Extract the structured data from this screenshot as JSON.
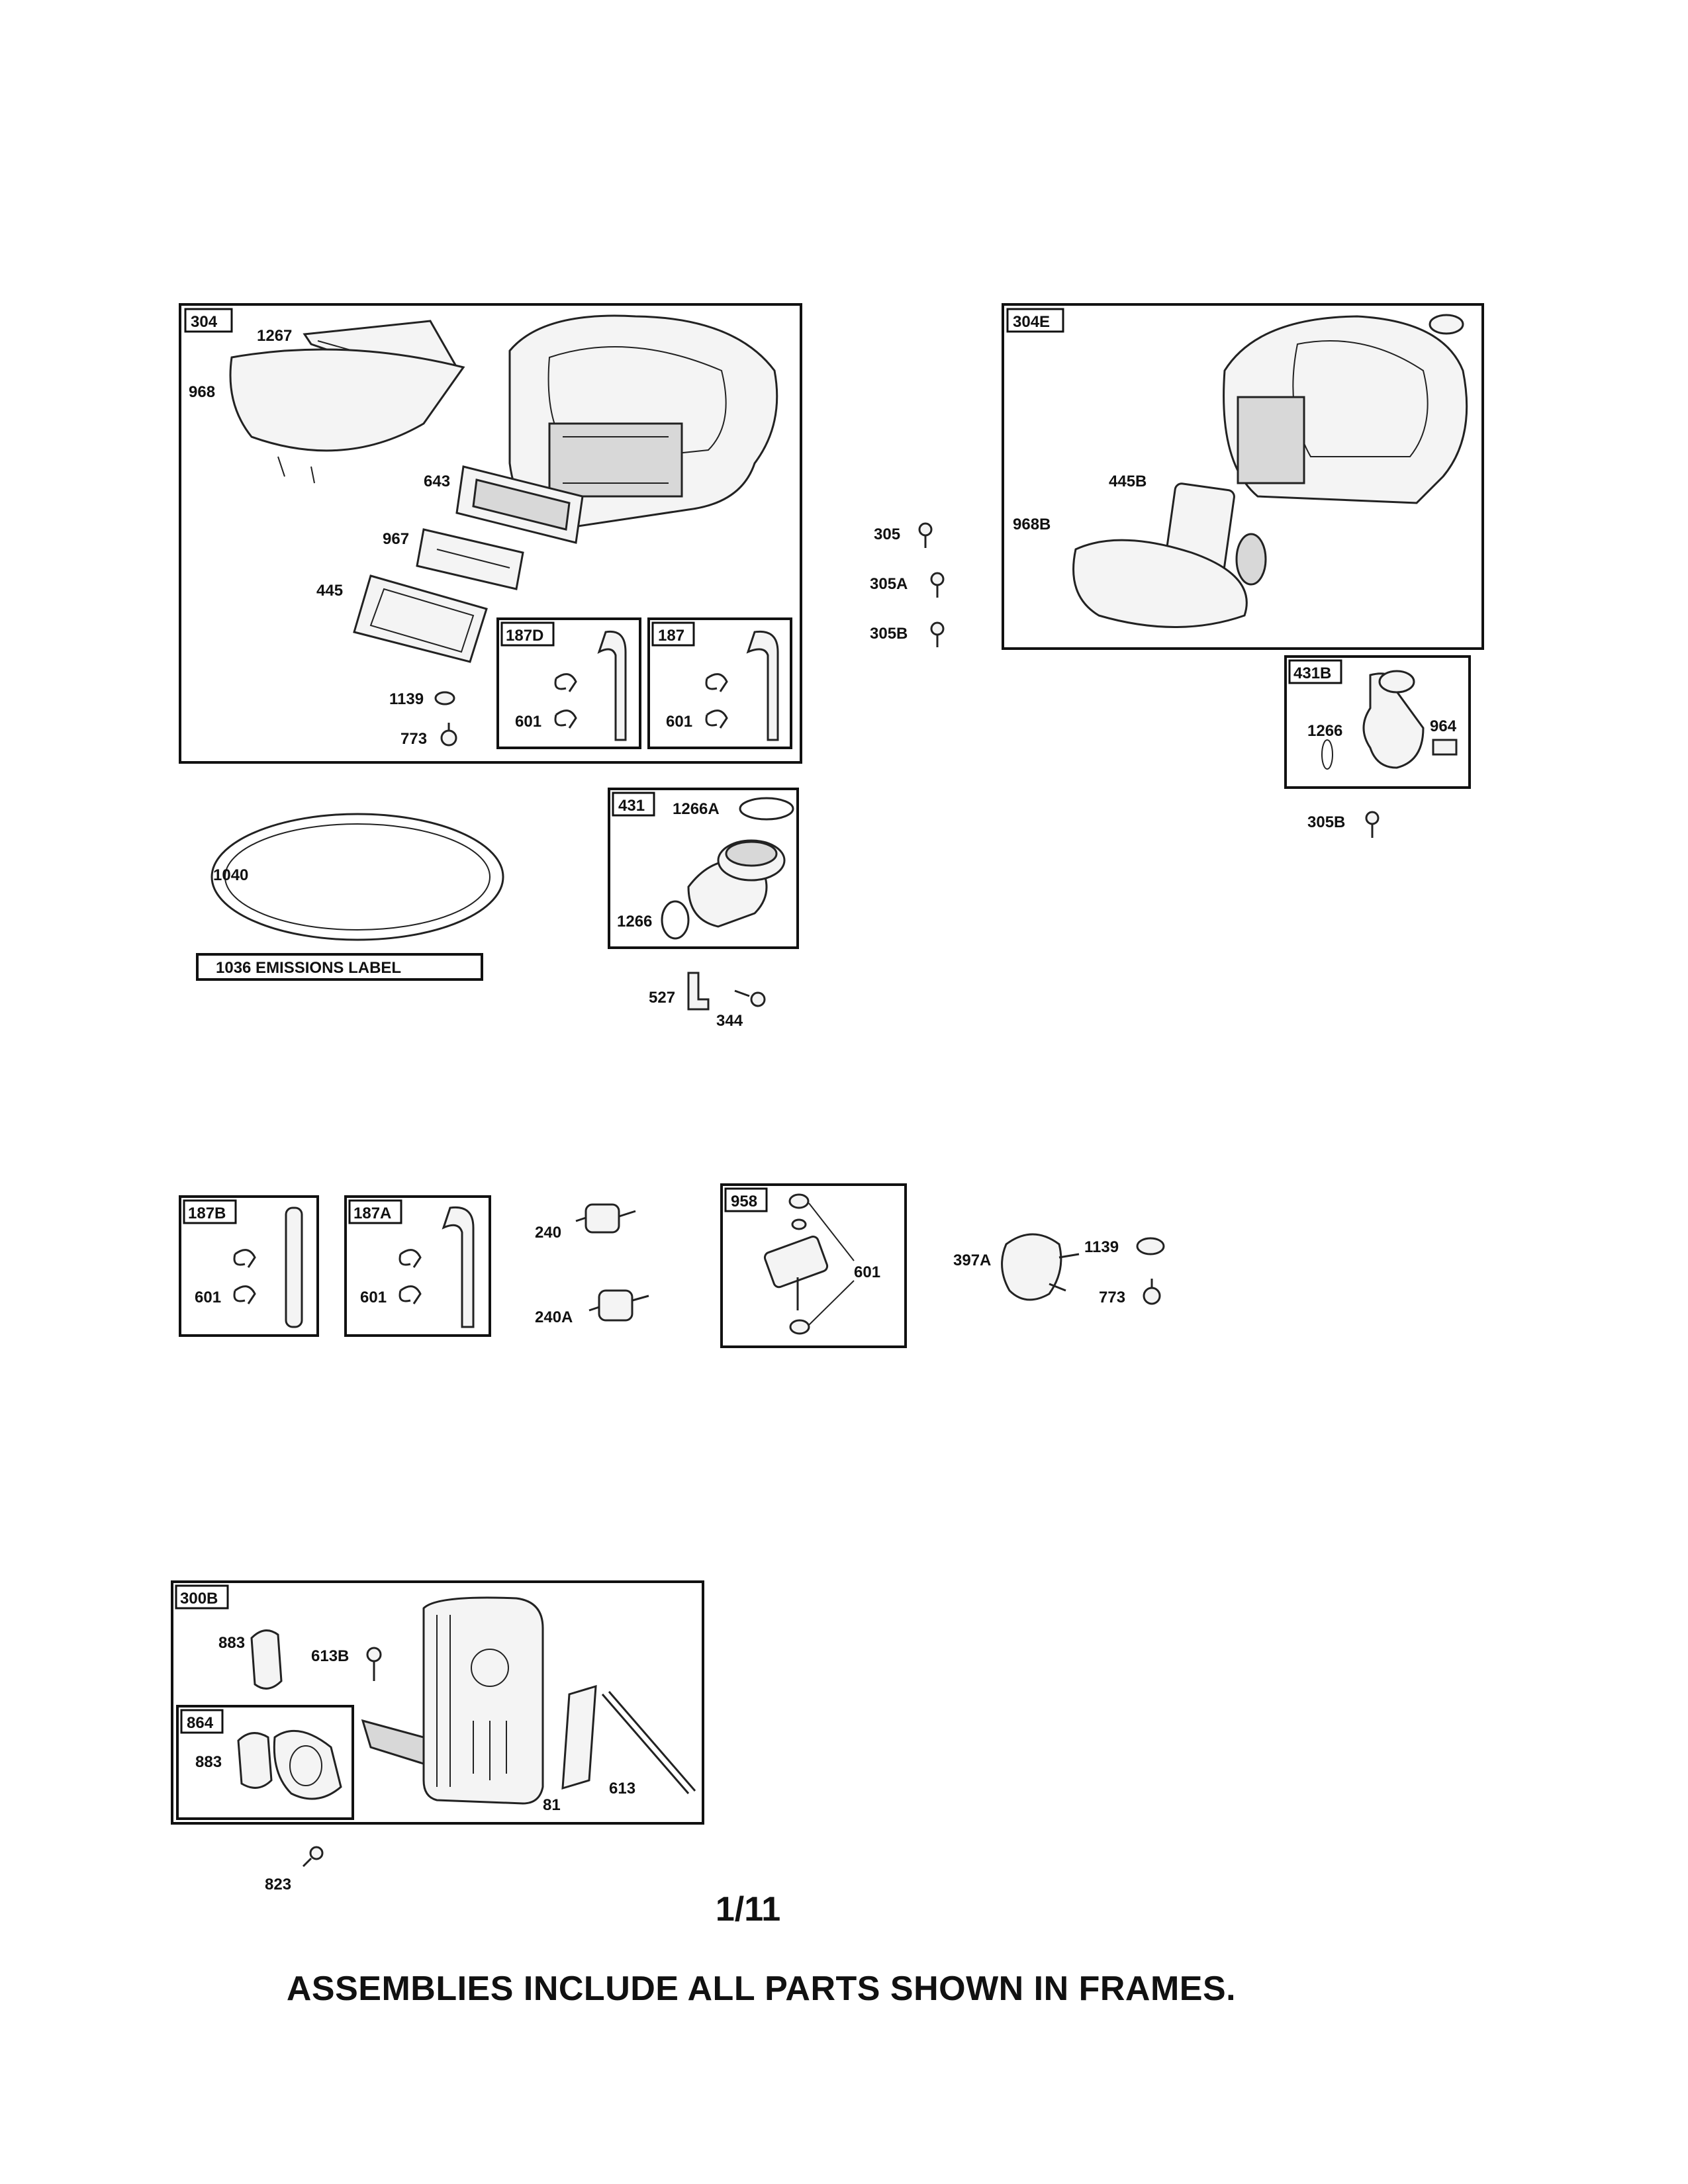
{
  "page_number": "1/11",
  "footer_note": "ASSEMBLIES INCLUDE ALL PARTS SHOWN IN FRAMES.",
  "frames": {
    "f304": "304",
    "f304e": "304E",
    "f187d": "187D",
    "f187": "187",
    "f431": "431",
    "f431b": "431B",
    "f187b": "187B",
    "f187a": "187A",
    "f958": "958",
    "f300b": "300B",
    "f864": "864"
  },
  "labels": {
    "p1267": "1267",
    "p968": "968",
    "p643": "643",
    "p967": "967",
    "p445": "445",
    "p1139a": "1139",
    "p773a": "773",
    "p601_187d": "601",
    "p601_187": "601",
    "p305": "305",
    "p305a": "305A",
    "p305b": "305B",
    "p445b": "445B",
    "p968b": "968B",
    "p1266_431b": "1266",
    "p964": "964",
    "p305b_2": "305B",
    "p1040": "1040",
    "emissions_label": "1036 EMISSIONS LABEL",
    "p1266a": "1266A",
    "p1266_431": "1266",
    "p527": "527",
    "p344": "344",
    "p601_187b": "601",
    "p601_187a": "601",
    "p240": "240",
    "p240a": "240A",
    "p601_958": "601",
    "p397a": "397A",
    "p1139b": "1139",
    "p773b": "773",
    "p883a": "883",
    "p613b": "613B",
    "p883b": "883",
    "p81": "81",
    "p613": "613",
    "p823": "823"
  }
}
